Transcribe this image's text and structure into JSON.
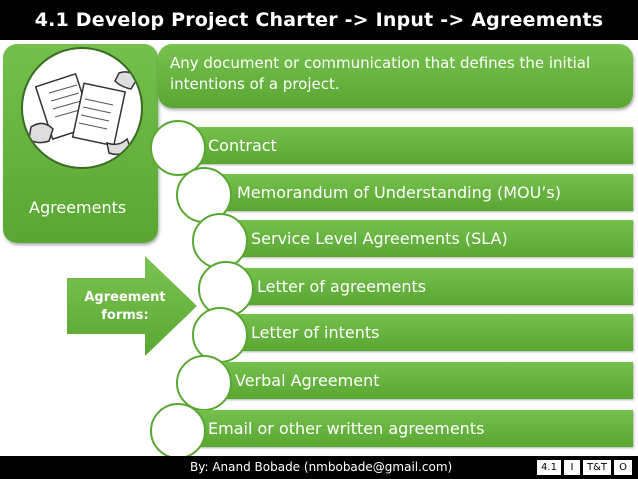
{
  "slide": {
    "title": "4.1 Develop Project Charter -> Input -> Agreements",
    "left_label": "Agreements",
    "definition": "Any document or communication that defines the initial intentions of a project.",
    "arrow_label": "Agreement forms:",
    "forms": [
      "Contract",
      "Memorandum of Understanding (MOU’s)",
      "Service Level Agreements (SLA)",
      "Letter of agreements",
      "Letter of intents",
      "Verbal Agreement",
      "Email or other written agreements"
    ]
  },
  "footer": {
    "author": "By: Anand Bobade (nmbobade@gmail.com)",
    "nav": [
      "4.1",
      "I",
      "T&T",
      "O"
    ]
  },
  "colors": {
    "green": "#5aa632",
    "black": "#000000",
    "white": "#ffffff"
  },
  "icons": {
    "illustration": "documents-handover-illustration"
  }
}
